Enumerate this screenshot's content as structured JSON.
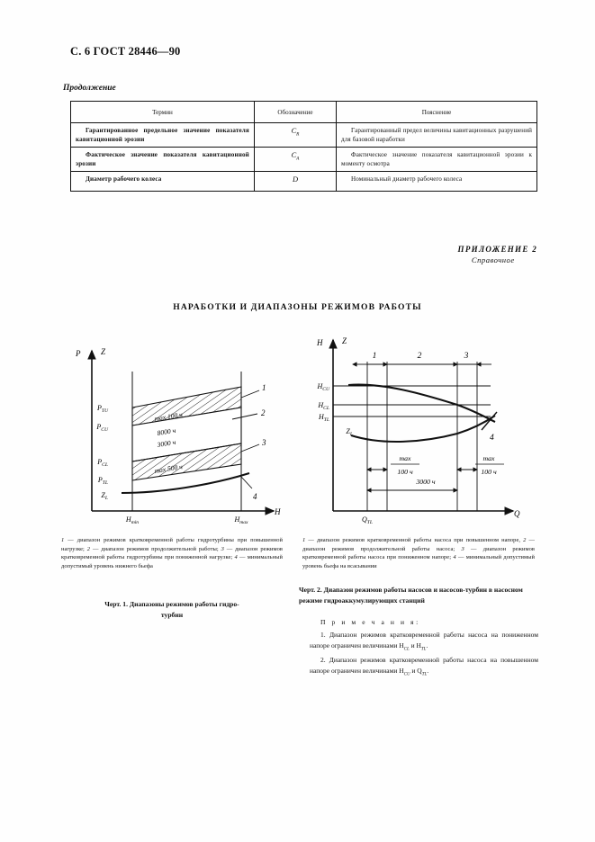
{
  "header": {
    "page_mark": "С. 6 ГОСТ 28446—90",
    "continued": "Продолжение"
  },
  "table": {
    "columns": [
      "Термин",
      "Обозначение",
      "Пояснение"
    ],
    "rows": [
      {
        "term": "Гарантированное предельное значение показателя кавитационной эрозии",
        "symbol": "C",
        "symbol_sub": "R",
        "explanation": "Гарантированный предел величины кавитационных разрушений для базовой наработки"
      },
      {
        "term": "Фактическое значение показателя кавитационной эрозии",
        "symbol": "C",
        "symbol_sub": "A",
        "explanation": "Фактическое значение показателя кавитационной эрозии к моменту осмотра"
      },
      {
        "term": "Диаметр рабочего колеса",
        "symbol": "D",
        "symbol_sub": "",
        "explanation": "Номинальный диаметр рабочего колеса"
      }
    ]
  },
  "appendix": {
    "title": "ПРИЛОЖЕНИЕ 2",
    "subtitle": "Справочное"
  },
  "section_title": "НАРАБОТКИ И ДИАПАЗОНЫ РЕЖИМОВ РАБОТЫ",
  "chart_data": [
    {
      "id": "figure-1",
      "type": "area",
      "title": "Диапазоны режимов работы гидротурбин",
      "xlabel": "H",
      "ylabel_left": "P",
      "ylabel_right": "Z",
      "xticks": [
        "Hmin",
        "Hmax"
      ],
      "yticks": [
        "PTU",
        "PCU",
        "PCL",
        "PTL",
        "ZL"
      ],
      "band_labels": [
        "max 100 ч",
        "8000 ч",
        "3000 ч",
        "max 500 ч"
      ],
      "zone_numbers": [
        "1",
        "2",
        "3",
        "4"
      ],
      "grid": false,
      "legend_position": "right"
    },
    {
      "id": "figure-2",
      "type": "line",
      "title": "Диапазон режимов работы насосов и насосов-турбин в насосном режиме гидроаккумулирующих станций",
      "xlabel": "Q",
      "ylabel_left": "H",
      "ylabel_right": "Z",
      "xticks": [
        "QTL"
      ],
      "yticks": [
        "HCU",
        "HCL",
        "HTL",
        "ZL"
      ],
      "span_labels_top": [
        "1",
        "2",
        "3"
      ],
      "span_labels_bottom": [
        "max 100 ч",
        "3000 ч",
        "max 100 ч"
      ],
      "zone_numbers": [
        "4"
      ],
      "grid": false,
      "legend_position": "right"
    }
  ],
  "figure1": {
    "axis_x": "H",
    "axis_y_left": "P",
    "axis_y_right": "Z",
    "x_min_label": "Hmin",
    "x_max_label": "Hmax",
    "y_labels": {
      "ptu": "P",
      "ptu_sub": "TU",
      "pcu": "P",
      "pcu_sub": "CU",
      "pcl": "P",
      "pcl_sub": "CL",
      "ptl": "P",
      "ptl_sub": "TL",
      "zl": "Z",
      "zl_sub": "L"
    },
    "band_top": "max 100 ч",
    "band_mid_1": "8000 ч",
    "band_mid_2": "3000 ч",
    "band_bottom": "max 500 ч",
    "callouts": [
      "1",
      "2",
      "3",
      "4"
    ],
    "legend": "<i>1</i> — диапазон режимов кратковременной работы гидротурбины при повышенной нагрузке; <i>2</i> — диапазон режимов продолжительной работы; <i>3</i> — диапазон режимов кратковременной работы гидротурбины при пониженной нагрузке; <i>4</i> — минимальный допустимый уровень нижнего бьефа",
    "caption_line1": "Черт. 1.  Диапазоны режимов работы гидро-",
    "caption_line2": "турбин"
  },
  "figure2": {
    "axis_x": "Q",
    "axis_y_left": "H",
    "axis_y_right": "Z",
    "x_label": "Q",
    "x_label_sub": "TL",
    "y_labels": {
      "hcu": "H",
      "hcu_sub": "CU",
      "hcl": "H",
      "hcl_sub": "CL",
      "htl": "H",
      "htl_sub": "TL",
      "zl": "Z",
      "zl_sub": "L"
    },
    "span_top": [
      "1",
      "2",
      "3"
    ],
    "span_left_max": "max",
    "span_left_hours": "100 ч",
    "span_mid_hours": "3000 ч",
    "span_right_max": "max",
    "span_right_hours": "100 ч",
    "callouts": [
      "4"
    ],
    "legend": "<i>1</i> — диапазон режимов кратковременной работы насоса при повышенном напоре, <i>2</i> — диапазон режимов продолжительной работы насоса; <i>3</i> — диапазон режимов кратковременной работы насоса при пониженном напоре; <i>4</i> — минимальный допустимый уровень бьефа на всасывании",
    "caption": "Черт. 2.  Диапазон режимов работы насосов и насосов-турбин в насосном режиме гидроаккумулирующих станций"
  },
  "notes": {
    "title": "П р и м е ч а н и я:",
    "items": [
      "1. Диапазон режимов кратковременной работы насоса на пониженном напоре ограничен величинами H<sub>CL</sub> и H<sub>TL</sub>.",
      "2. Диапазон режимов кратковременной работы насоса на повышенном напоре ограничен величинами H<sub>CU</sub> и Q<sub>TL</sub>."
    ]
  }
}
